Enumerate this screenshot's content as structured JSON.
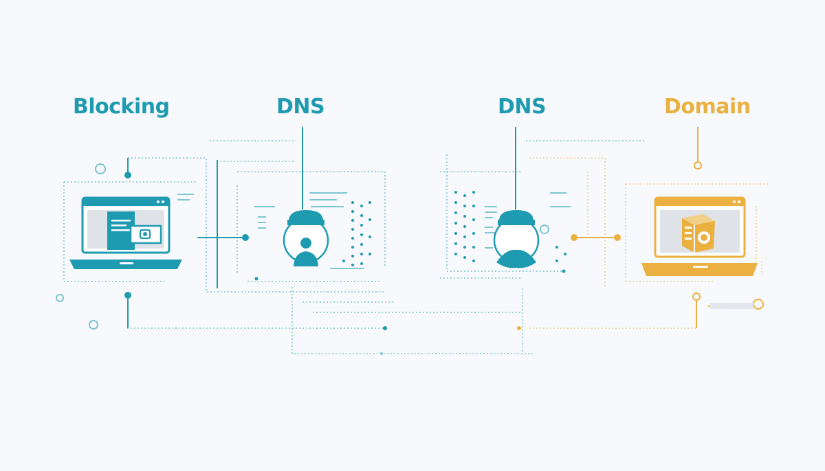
{
  "labels": {
    "blocking": "Blocking",
    "dns_left": "DNS",
    "dns_right": "DNS",
    "domain": "Domain"
  },
  "colors": {
    "teal": "#1e9bb0",
    "teal_light": "#7fc3cf",
    "amber": "#eab040",
    "amber_light": "#f2cf88",
    "background": "#f7f9fc",
    "screen_fill": "#dfe3e8"
  },
  "icons": {
    "left_device": "laptop-icon",
    "right_device": "laptop-icon",
    "left_server": "dns-server-user-icon",
    "right_server": "dns-server-user-icon",
    "domain_content": "domain-box-icon"
  }
}
